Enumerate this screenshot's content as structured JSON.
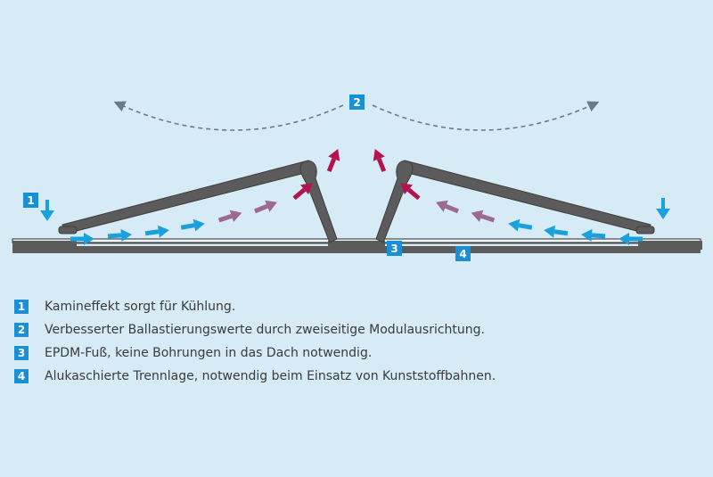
{
  "colors": {
    "background": "#d6ebf6",
    "badge": "#1b8fd6",
    "panel": "#5b5b5b",
    "roof_line": "#4a4a4a",
    "airflow_cool": "#1aa0dc",
    "airflow_mid": "#9b6a8e",
    "airflow_hot": "#b3144e"
  },
  "callouts": {
    "c1": "1",
    "c2": "2",
    "c3": "3",
    "c4": "4"
  },
  "legend": [
    {
      "num": "1",
      "text": "Kamineffekt sorgt für Kühlung."
    },
    {
      "num": "2",
      "text": "Verbesserter Ballastierungswerte durch zweiseitige Modulausrichtung."
    },
    {
      "num": "3",
      "text": "EPDM-Fuß, keine Bohrungen in das Dach notwendig."
    },
    {
      "num": "4",
      "text": "Alukaschierte Trennlage, notwendig beim Einsatz von Kunststoffbahnen."
    }
  ]
}
